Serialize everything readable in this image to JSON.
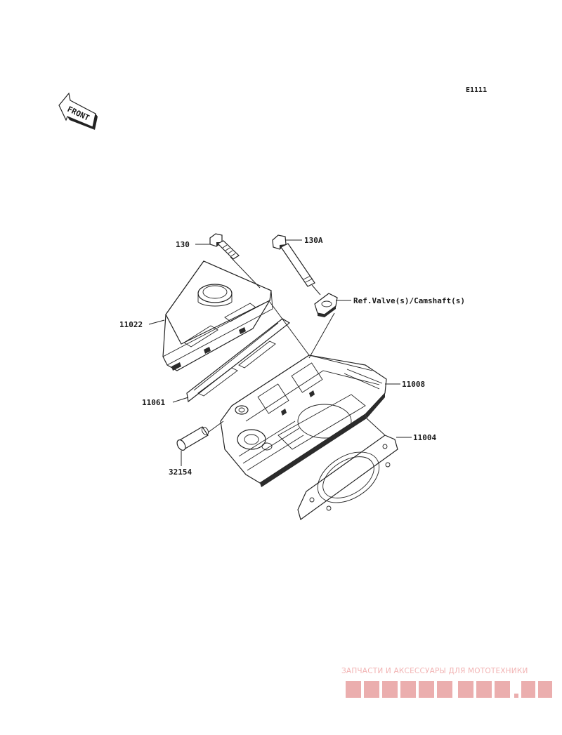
{
  "diagram": {
    "code": "E1111",
    "front_arrow_text": "FRONT",
    "callouts": [
      {
        "id": "bolt-130",
        "label": "130"
      },
      {
        "id": "bolt-130a",
        "label": "130A"
      },
      {
        "id": "ref-valve",
        "label": "Ref.Valve(s)/Camshaft(s)"
      },
      {
        "id": "cover-11022",
        "label": "11022"
      },
      {
        "id": "gasket-11061",
        "label": "11061"
      },
      {
        "id": "head-11008",
        "label": "11008"
      },
      {
        "id": "gasket-11004",
        "label": "11004"
      },
      {
        "id": "pin-32154",
        "label": "32154"
      }
    ]
  },
  "watermark": {
    "caption": "ЗАПЧАСТИ И АКСЕССУАРЫ ДЛЯ МОТОТЕХНИКИ",
    "logo_color": "#e8a0a0"
  }
}
